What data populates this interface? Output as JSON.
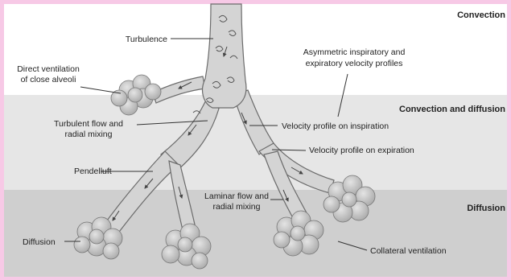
{
  "zones": {
    "convection": "Convection",
    "convection_diffusion": "Convection and diffusion",
    "diffusion": "Diffusion"
  },
  "labels": {
    "turbulence": "Turbulence",
    "direct_ventilation_1": "Direct ventilation",
    "direct_ventilation_2": "of close alveoli",
    "asymmetric_1": "Asymmetric inspiratory and",
    "asymmetric_2": "expiratory velocity profiles",
    "turbulent_flow_1": "Turbulent flow and",
    "turbulent_flow_2": "radial mixing",
    "velocity_inspiration": "Velocity profile on inspiration",
    "velocity_expiration": "Velocity profile on expiration",
    "pendelluft": "Pendelluft",
    "laminar_flow_1": "Laminar flow and",
    "laminar_flow_2": "radial mixing",
    "diffusion": "Diffusion",
    "collateral_ventilation": "Collateral ventilation"
  },
  "colors": {
    "frame_border": "#f7c9e6",
    "zone_convection": "#ffffff",
    "zone_convection_diffusion": "#e6e6e6",
    "zone_diffusion": "#cfcfcf",
    "airway_fill": "#d4d4d4",
    "airway_stroke": "#6b6b6b",
    "alveoli_fill": "#c4c4c4"
  }
}
